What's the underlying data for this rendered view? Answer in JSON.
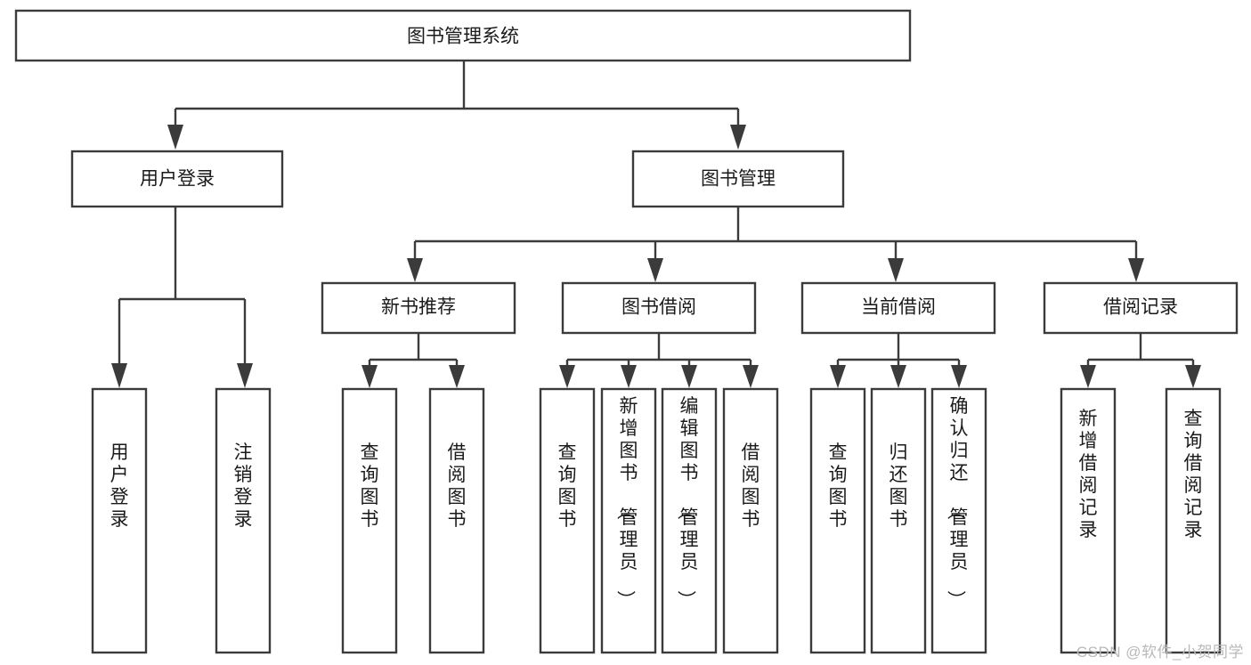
{
  "diagram": {
    "title": "图书管理系统",
    "watermark": "CSDN @软件_小贺同学",
    "colors": {
      "stroke": "#3b3b3b",
      "box_fill": "#ffffff",
      "text": "#1a1a1a",
      "watermark": "#b9b9b9",
      "background": "#ffffff"
    },
    "levels": {
      "root": {
        "label": "图书管理系统"
      },
      "level2": [
        {
          "id": "user-login",
          "label": "用户登录"
        },
        {
          "id": "book-management",
          "label": "图书管理"
        }
      ],
      "level3": [
        {
          "id": "new-book-recommend",
          "label": "新书推荐"
        },
        {
          "id": "book-borrow",
          "label": "图书借阅"
        },
        {
          "id": "current-borrow",
          "label": "当前借阅"
        },
        {
          "id": "borrow-record",
          "label": "借阅记录"
        }
      ],
      "leaves": {
        "user-login": [
          {
            "id": "leaf-user-login",
            "label": "用户登录"
          },
          {
            "id": "leaf-user-logout",
            "label": "注销登录"
          }
        ],
        "new-book-recommend": [
          {
            "id": "leaf-query-book-1",
            "label": "查询图书"
          },
          {
            "id": "leaf-borrow-book-1",
            "label": "借阅图书"
          }
        ],
        "book-borrow": [
          {
            "id": "leaf-query-book-2",
            "label": "查询图书"
          },
          {
            "id": "leaf-add-book",
            "label": "新增图书（管理员）"
          },
          {
            "id": "leaf-edit-book",
            "label": "编辑图书（管理员）"
          },
          {
            "id": "leaf-borrow-book-2",
            "label": "借阅图书"
          }
        ],
        "current-borrow": [
          {
            "id": "leaf-query-book-3",
            "label": "查询图书"
          },
          {
            "id": "leaf-return-book",
            "label": "归还图书"
          },
          {
            "id": "leaf-confirm-return",
            "label": "确认归还（管理员）"
          }
        ],
        "borrow-record": [
          {
            "id": "leaf-add-record",
            "label": "新增借阅记录"
          },
          {
            "id": "leaf-query-record",
            "label": "查询借阅记录"
          }
        ]
      }
    }
  }
}
